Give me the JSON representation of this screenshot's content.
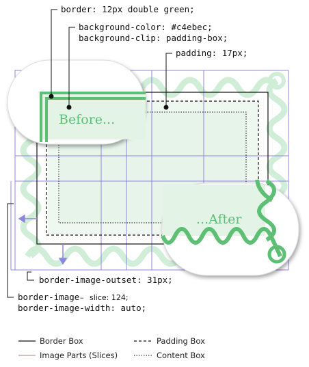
{
  "callouts": {
    "border": "border: 12px double green;",
    "background_color": "background-color: #c4ebec;",
    "background_clip": "background-clip: padding-box;",
    "padding": "padding: 17px;",
    "outset": "border-image-outset: 31px;",
    "image_prefix": "border-image",
    "image_dash": "–",
    "image_slice": "slice: 124;",
    "image_width": "border-image-width: auto;"
  },
  "bubbles": {
    "before": "Before...",
    "after": "...After"
  },
  "legend": {
    "border_box": "Border Box",
    "padding_box": "Padding Box",
    "image_parts": "Image Parts (Slices)",
    "content_box": "Content Box"
  },
  "colors": {
    "border_green": "#5cbf74",
    "background": "#c4ebec",
    "slice_lines": "#8f86e0",
    "fill_light": "#eef7f0"
  }
}
